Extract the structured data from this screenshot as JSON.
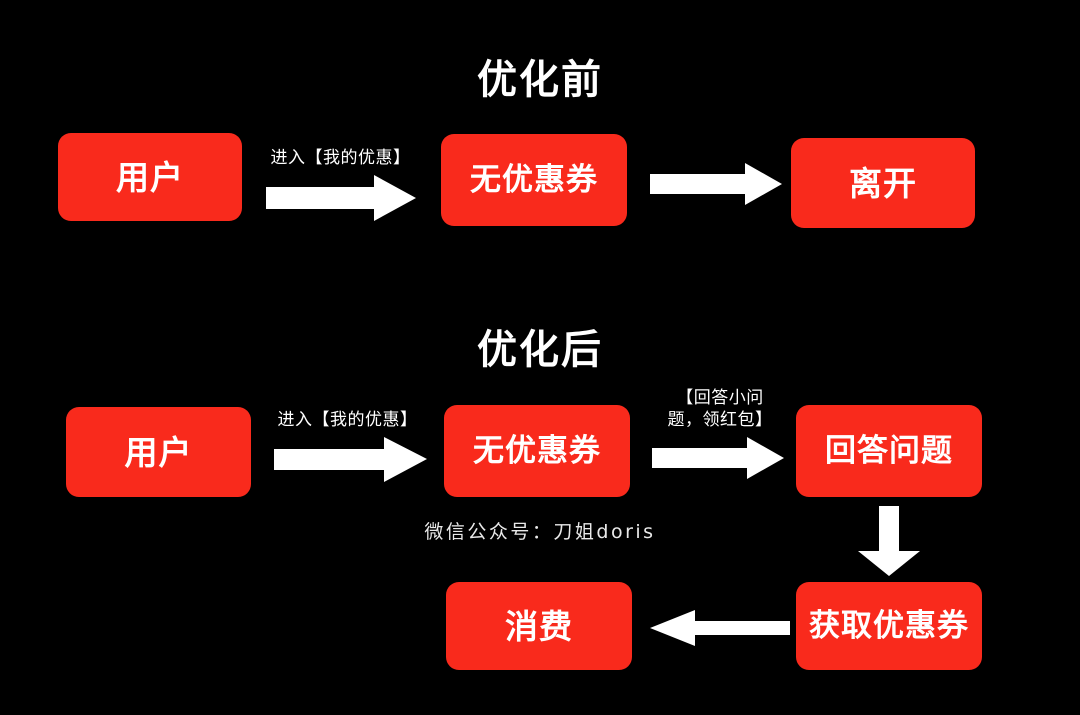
{
  "background_color": "#000000",
  "accent_color": "#F92A1C",
  "text_color": "#FFFFFF",
  "diagram": {
    "type": "flowchart",
    "sections": [
      {
        "id": "before",
        "title": "优化前",
        "nodes": [
          {
            "id": "before-user",
            "label": "用户"
          },
          {
            "id": "before-nocoupon",
            "label": "无优惠券"
          },
          {
            "id": "before-leave",
            "label": "离开"
          }
        ],
        "edges": [
          {
            "from": "before-user",
            "to": "before-nocoupon",
            "label": "进入【我的优惠】",
            "direction": "right"
          },
          {
            "from": "before-nocoupon",
            "to": "before-leave",
            "label": "",
            "direction": "right"
          }
        ]
      },
      {
        "id": "after",
        "title": "优化后",
        "nodes": [
          {
            "id": "after-user",
            "label": "用户"
          },
          {
            "id": "after-nocoupon",
            "label": "无优惠券"
          },
          {
            "id": "after-answer",
            "label": "回答问题"
          },
          {
            "id": "after-getcoupon",
            "label": "获取优惠券"
          },
          {
            "id": "after-consume",
            "label": "消费"
          }
        ],
        "edges": [
          {
            "from": "after-user",
            "to": "after-nocoupon",
            "label": "进入【我的优惠】",
            "direction": "right"
          },
          {
            "from": "after-nocoupon",
            "to": "after-answer",
            "label_line1": "【回答小问",
            "label_line2": "题，领红包】",
            "direction": "right"
          },
          {
            "from": "after-answer",
            "to": "after-getcoupon",
            "label": "",
            "direction": "down"
          },
          {
            "from": "after-getcoupon",
            "to": "after-consume",
            "label": "",
            "direction": "left"
          }
        ]
      }
    ]
  },
  "watermark": "微信公众号：刀姐doris"
}
